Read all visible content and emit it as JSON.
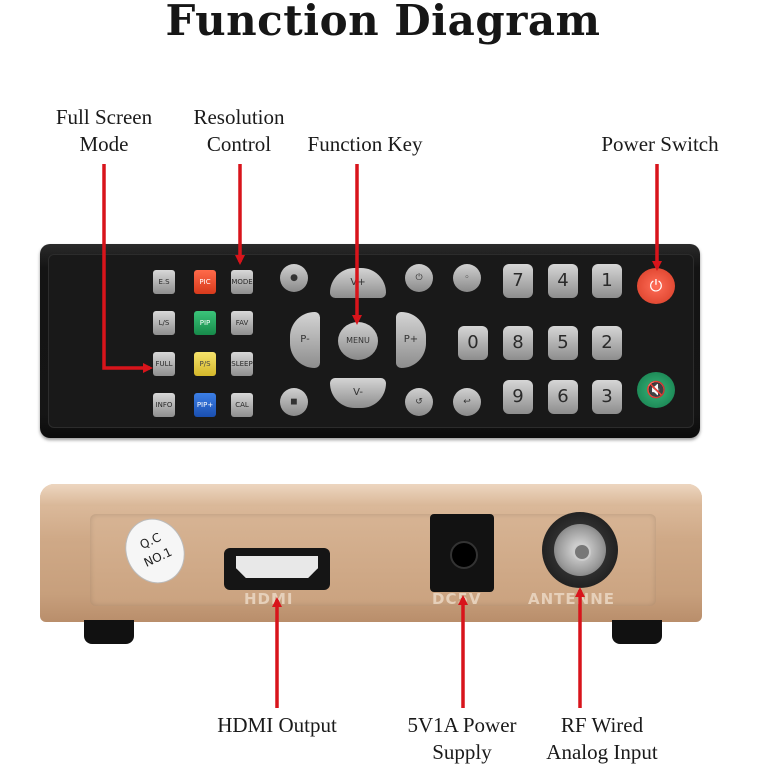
{
  "title": "Function Diagram",
  "labels": {
    "full_screen_l1": "Full Screen",
    "full_screen_l2": "Mode",
    "resolution_l1": "Resolution",
    "resolution_l2": "Control",
    "function_key": "Function Key",
    "power_switch": "Power Switch",
    "hdmi_output": "HDMI Output",
    "power_supply_l1": "5V1A Power",
    "power_supply_l2": "Supply",
    "rf_l1": "RF Wired",
    "rf_l2": "Analog Input"
  },
  "remote": {
    "small_keys": [
      "E.S",
      "PIC",
      "MODE",
      "L/S",
      "PIP",
      "FAV",
      "FULL",
      "P/S",
      "SLEEP",
      "INFO",
      "PIP+",
      "CAL"
    ],
    "menu": "MENU",
    "dpad": [
      "P-",
      "P+",
      "V-",
      "V+"
    ],
    "numbers": [
      "7",
      "4",
      "1",
      "0",
      "8",
      "5",
      "2",
      "9",
      "6",
      "3"
    ],
    "power_icon": "power-icon",
    "mute_icon": "mute-icon"
  },
  "box": {
    "qc_l1": "Q.C",
    "qc_l2": "NO.1",
    "port_hdmi": "HDMI",
    "port_dc": "DC5V",
    "port_antenna": "ANTENNE"
  },
  "colors": {
    "arrow": "#d8141b",
    "box": "#cfa987",
    "remote": "#181818"
  }
}
